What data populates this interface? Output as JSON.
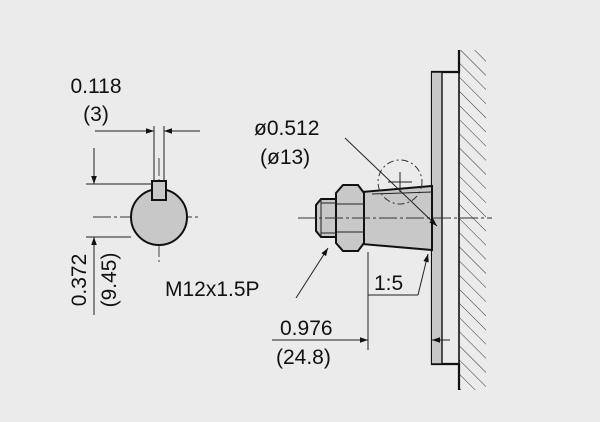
{
  "keyway_width": {
    "inch": "0.118",
    "mm": "(3)"
  },
  "key_height": {
    "inch": "0.372",
    "mm": "(9.45)"
  },
  "shaft_diameter": {
    "inch": "ø0.512",
    "mm": "(ø13)"
  },
  "thread_spec": "M12x1.5P",
  "taper_ratio": "1:5",
  "shaft_length": {
    "inch": "0.976",
    "mm": "(24.8)"
  },
  "colors": {
    "background": "#ebebeb",
    "part_fill": "#c8c8c8",
    "line": "#111111"
  }
}
